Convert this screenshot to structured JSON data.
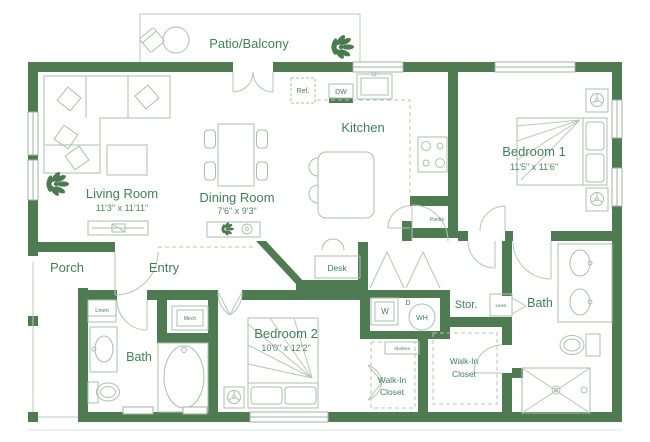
{
  "colors": {
    "wall_green": "#4e7b52",
    "furniture_line": "#a9c0ab",
    "label_green": "#41805a",
    "background": "#ffffff"
  },
  "rooms": {
    "patio": {
      "label": "Patio/Balcony"
    },
    "living": {
      "label": "Living Room",
      "dims": "11'3\" x 11'11\""
    },
    "dining": {
      "label": "Dining Room",
      "dims": "7'6\" x 9'3\""
    },
    "kitchen": {
      "label": "Kitchen"
    },
    "bedroom1": {
      "label": "Bedroom 1",
      "dims": "11'5\" x 11'6\""
    },
    "bedroom2": {
      "label": "Bedroom 2",
      "dims": "10'0\" x 12'2\""
    },
    "porch": {
      "label": "Porch"
    },
    "entry": {
      "label": "Entry"
    },
    "bath1": {
      "label": "Bath"
    },
    "bath2": {
      "label": "Bath"
    },
    "storage": {
      "label": "Stor."
    },
    "desk": {
      "label": "Desk"
    },
    "pantry": {
      "label": "Pantry"
    },
    "mech": {
      "label": "Mech"
    },
    "linen_bath": {
      "label": "Linen"
    },
    "linen_hall": {
      "label": "Linen"
    },
    "shelves": {
      "label": "Shelves"
    },
    "wic1": {
      "line1": "Walk-In",
      "line2": "Closet"
    },
    "wic2": {
      "line1": "Walk-In",
      "line2": "Closet"
    }
  },
  "appliances": {
    "fridge": "Ref.",
    "dishwasher": "DW",
    "washer": "W",
    "dryer": "D",
    "water_heater": "WH"
  }
}
